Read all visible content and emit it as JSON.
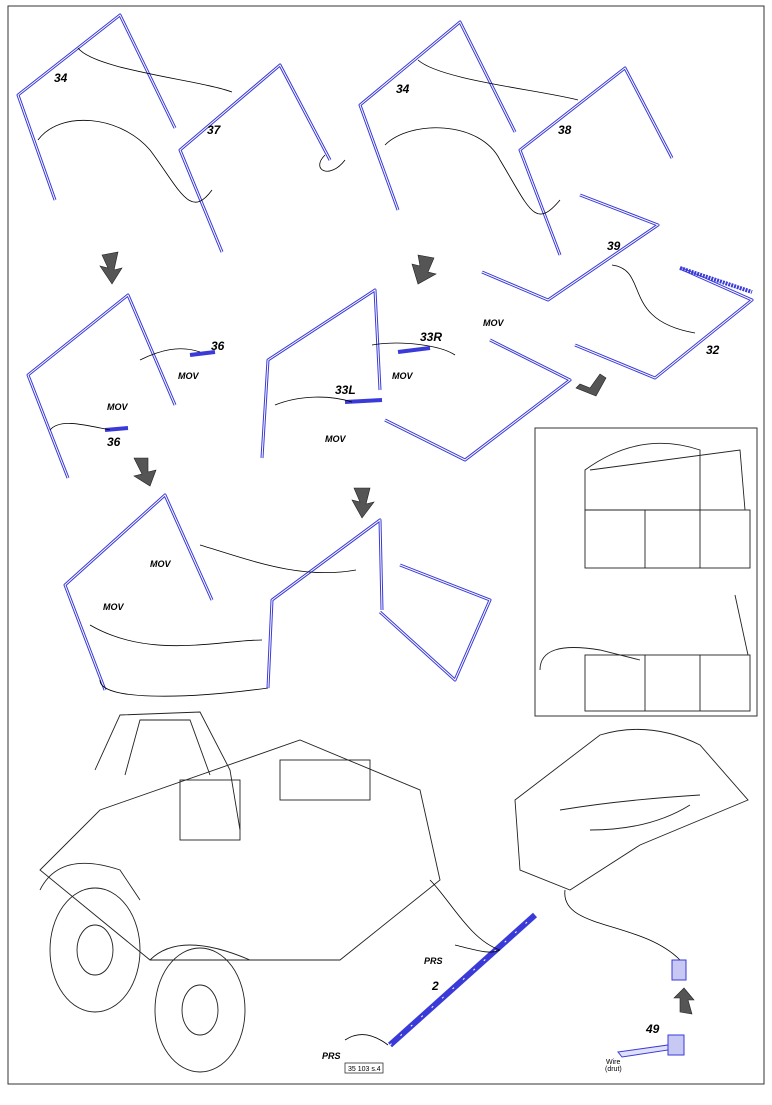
{
  "parts": {
    "step1_left_a": "34",
    "step1_left_b": "37",
    "step1_right_a": "34",
    "step1_right_b": "38",
    "step1_right_c": "39",
    "step1_right_d": "32",
    "step2_left_top": "36",
    "step2_left_bottom": "36",
    "step2_right_r": "33R",
    "step2_right_l": "33L",
    "step4_strip": "2",
    "step4_clip": "49"
  },
  "notes": {
    "mov": "MOV",
    "prs": "PRS",
    "wire_line1": "Wire",
    "wire_line2": "(drut)"
  },
  "footer": {
    "page_code": "35 103 s.4"
  },
  "colors": {
    "part_highlight": "#3a3ad8",
    "line": "#222222",
    "arrow": "#555555"
  }
}
